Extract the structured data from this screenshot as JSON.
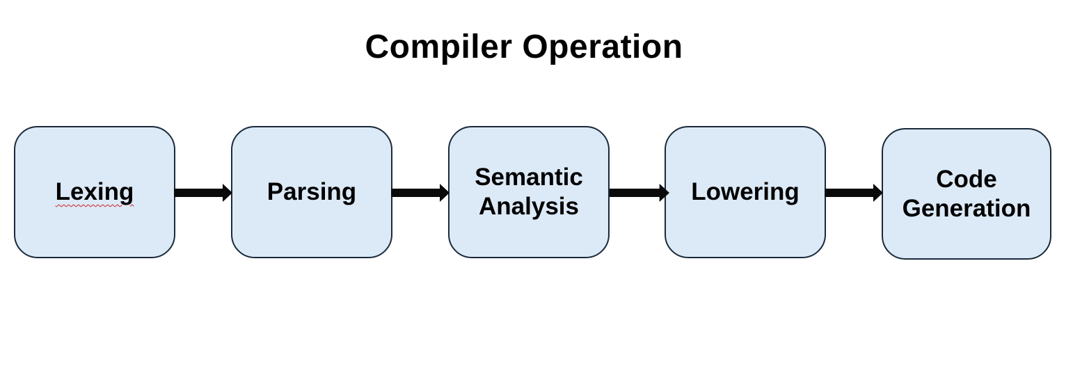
{
  "title": "Compiler Operation",
  "stages": [
    {
      "label": "Lexing"
    },
    {
      "label": "Parsing"
    },
    {
      "label": "Semantic\nAnalysis"
    },
    {
      "label": "Lowering"
    },
    {
      "label": "Code\nGeneration"
    }
  ],
  "colors": {
    "box_fill": "#dce9f6",
    "box_border": "#1a2a3a",
    "arrow": "#0a0a0a",
    "spellcheck_underline": "#cc2222"
  },
  "icons": {
    "connector": "right-arrow-icon"
  }
}
